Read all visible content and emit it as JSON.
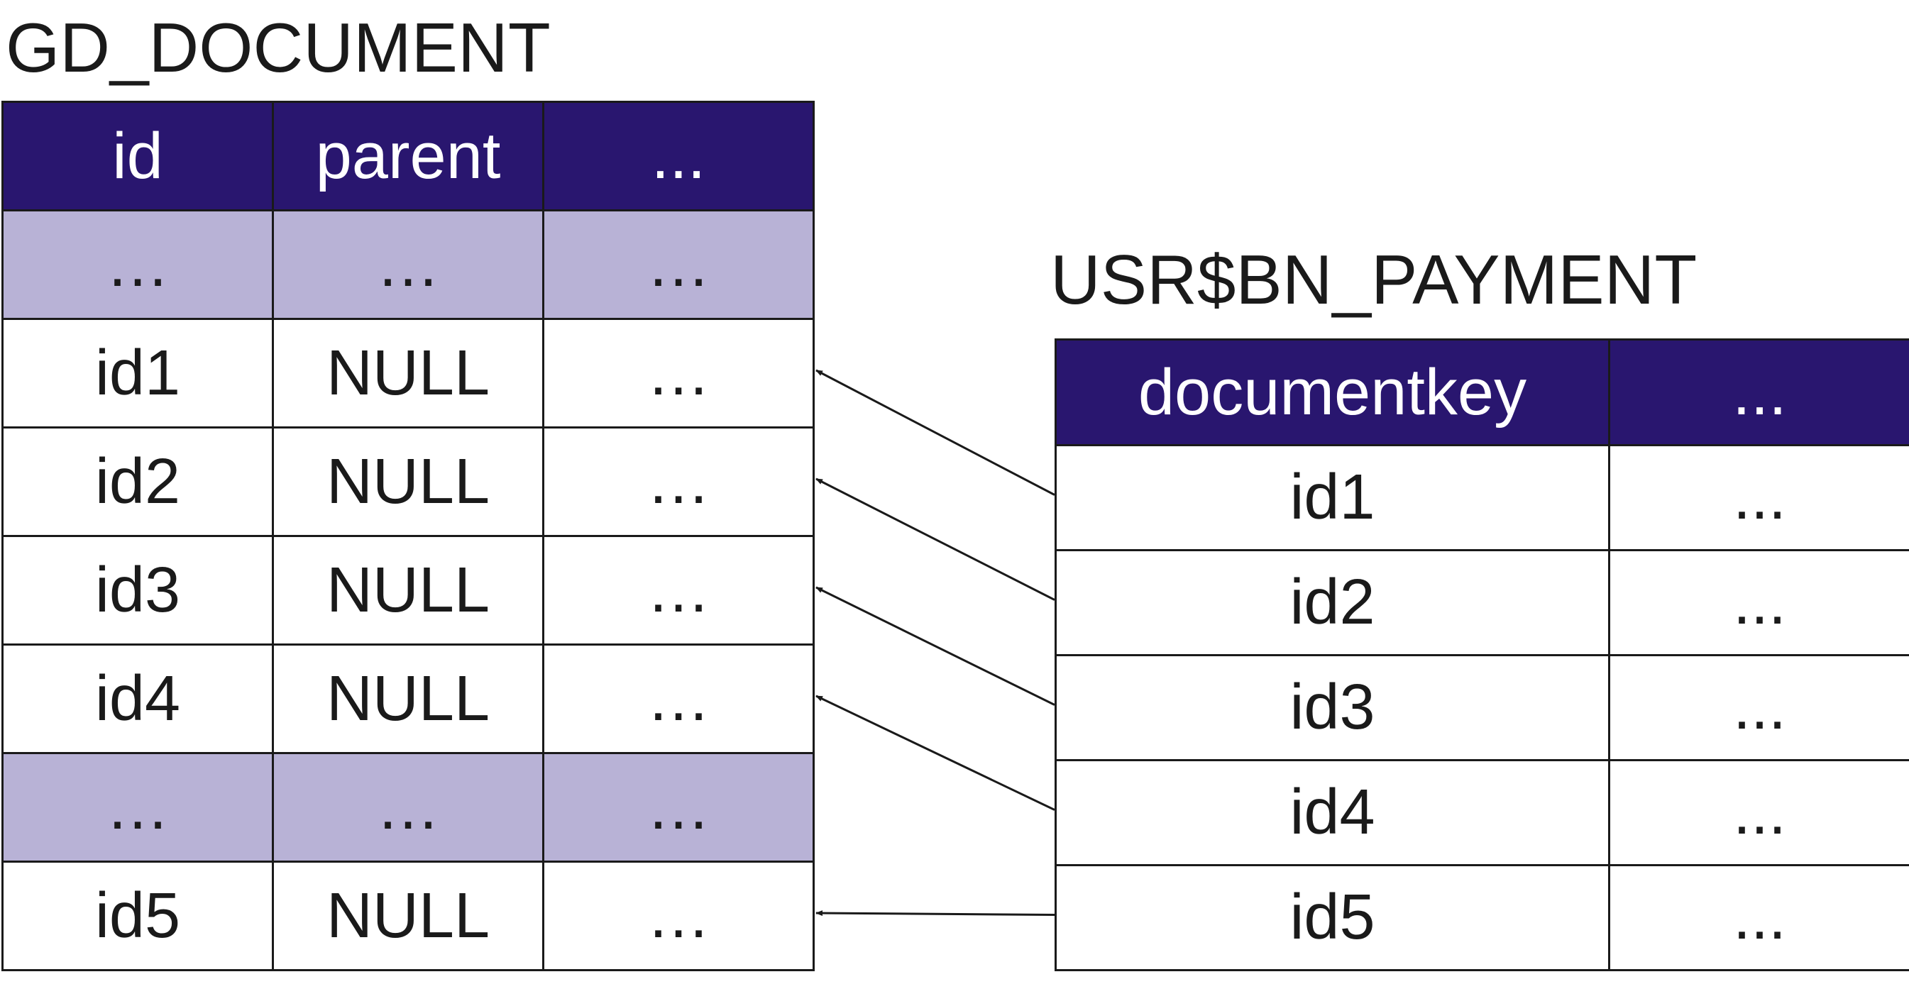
{
  "left_table": {
    "title": "GD_DOCUMENT",
    "headers": [
      "id",
      "parent",
      "..."
    ],
    "rows": [
      {
        "cells": [
          "…",
          "…",
          "…"
        ],
        "shaded": true
      },
      {
        "cells": [
          "id1",
          "NULL",
          "…"
        ],
        "shaded": false
      },
      {
        "cells": [
          "id2",
          "NULL",
          "…"
        ],
        "shaded": false
      },
      {
        "cells": [
          "id3",
          "NULL",
          "…"
        ],
        "shaded": false
      },
      {
        "cells": [
          "id4",
          "NULL",
          "…"
        ],
        "shaded": false
      },
      {
        "cells": [
          "…",
          "…",
          "…"
        ],
        "shaded": true
      },
      {
        "cells": [
          "id5",
          "NULL",
          "…"
        ],
        "shaded": false
      }
    ]
  },
  "right_table": {
    "title": "USR$BN_PAYMENT",
    "headers": [
      "documentkey",
      "..."
    ],
    "rows": [
      {
        "cells": [
          "id1",
          "..."
        ]
      },
      {
        "cells": [
          "id2",
          "..."
        ]
      },
      {
        "cells": [
          "id3",
          "..."
        ]
      },
      {
        "cells": [
          "id4",
          "..."
        ]
      },
      {
        "cells": [
          "id5",
          "..."
        ]
      }
    ]
  },
  "references": [
    {
      "from": "id1",
      "to": "id1"
    },
    {
      "from": "id2",
      "to": "id2"
    },
    {
      "from": "id3",
      "to": "id3"
    },
    {
      "from": "id4",
      "to": "id4"
    },
    {
      "from": "id5",
      "to": "id5"
    }
  ],
  "colors": {
    "header_bg": "#29166f",
    "header_text": "#ffffff",
    "shaded_row": "#b8b2d6",
    "line": "#1a1a1a"
  }
}
